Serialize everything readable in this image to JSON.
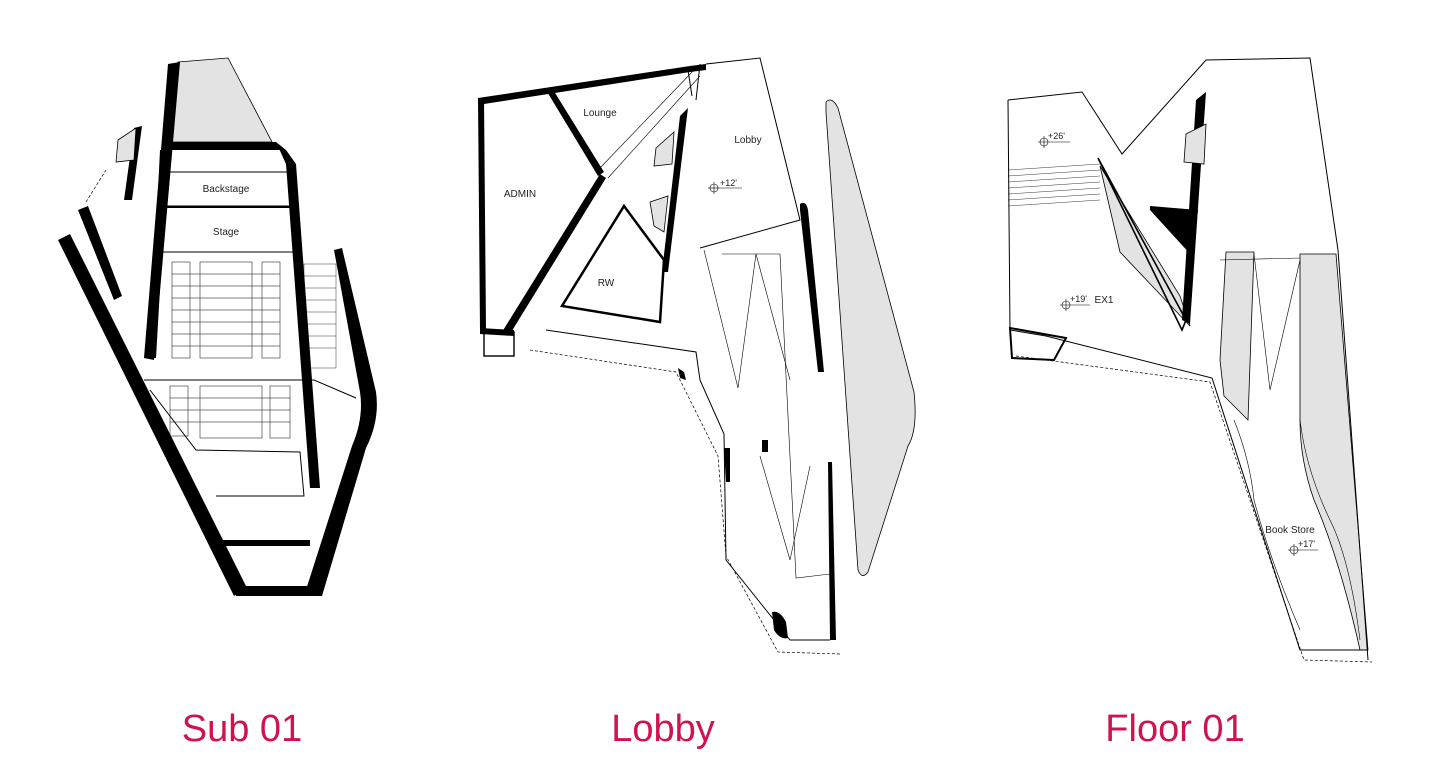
{
  "accent_color": "#d0124f",
  "plans": [
    {
      "caption": "Sub 01",
      "rooms": [
        "Backstage",
        "Stage"
      ]
    },
    {
      "caption": "Lobby",
      "rooms": [
        "Lounge",
        "Lobby",
        "ADMIN",
        "RW"
      ],
      "elevations": [
        "+12'"
      ]
    },
    {
      "caption": "Floor 01",
      "rooms": [
        "EX1",
        "Book Store"
      ],
      "elevations": [
        "+26'",
        "+19'",
        "+17'"
      ]
    }
  ]
}
